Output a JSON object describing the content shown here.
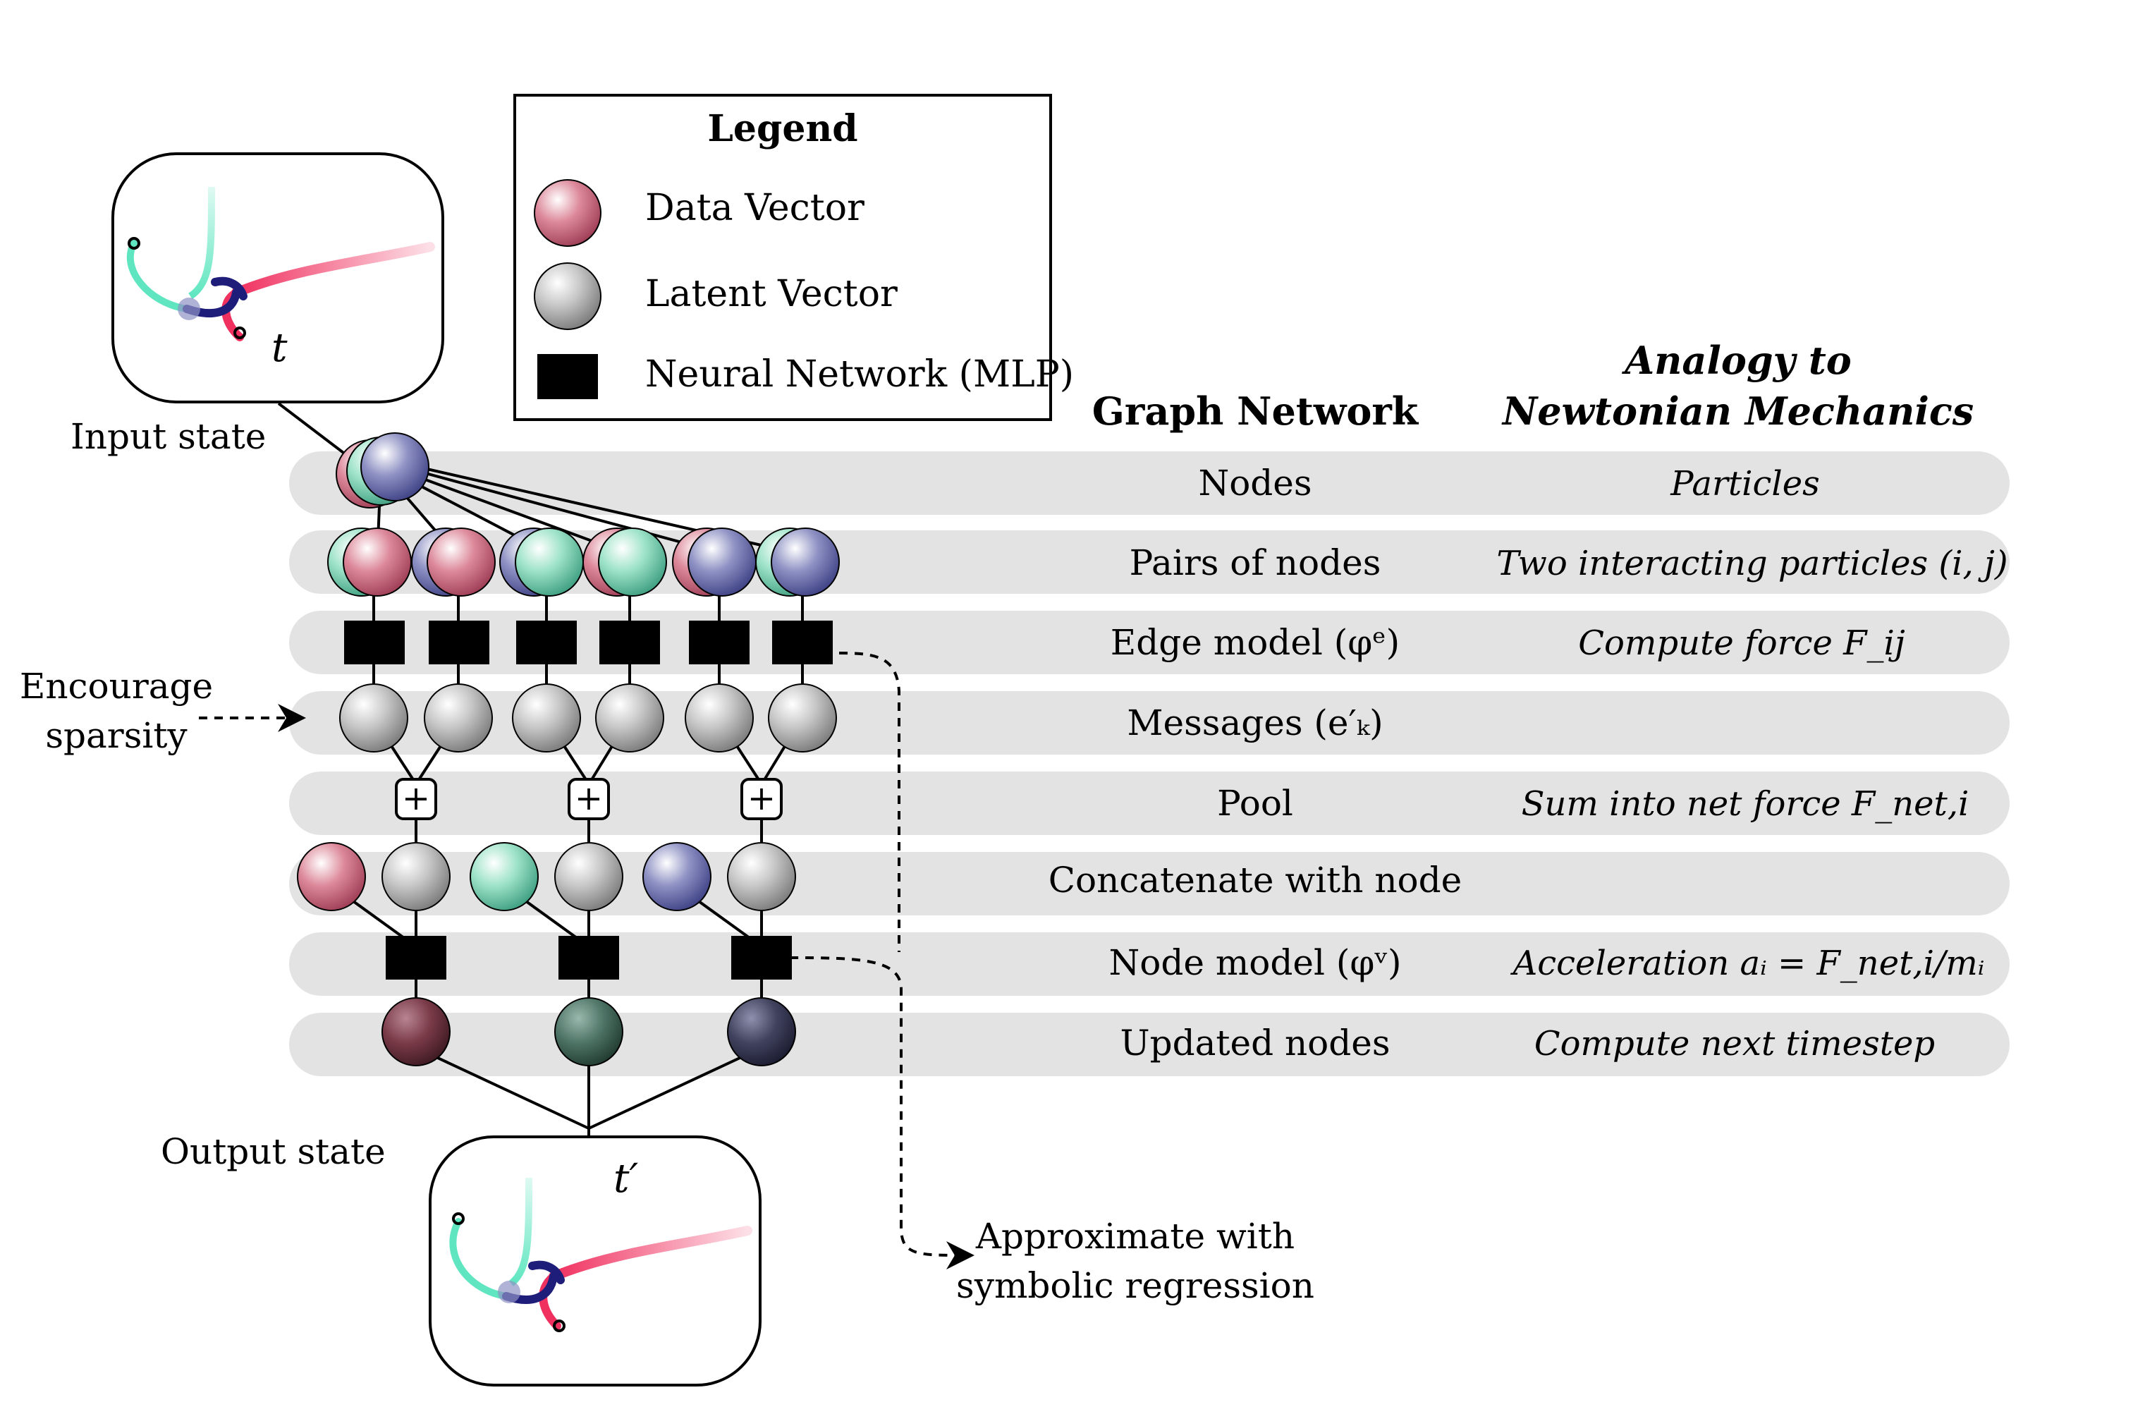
{
  "legend": {
    "title": "Legend",
    "data_vector": "Data Vector",
    "latent_vector": "Latent Vector",
    "neural_network": "Neural Network (MLP)"
  },
  "columns": {
    "graph_network": "Graph Network",
    "analogy_line1": "Analogy to",
    "analogy_line2": "Newtonian Mechanics"
  },
  "rows": [
    {
      "gn": "Nodes",
      "analogy": "Particles"
    },
    {
      "gn": "Pairs of nodes",
      "analogy": "Two interacting particles (i, j)"
    },
    {
      "gn": "Edge model (φᵉ)",
      "analogy": "Compute force F_ij"
    },
    {
      "gn": "Messages (e′ₖ)",
      "analogy": ""
    },
    {
      "gn": "Pool",
      "analogy": "Sum into net force F_net,i"
    },
    {
      "gn": "Concatenate with node",
      "analogy": ""
    },
    {
      "gn": "Node model (φᵛ)",
      "analogy": "Acceleration aᵢ = F_net,i/mᵢ"
    },
    {
      "gn": "Updated nodes",
      "analogy": "Compute next timestep"
    }
  ],
  "labels": {
    "input_state": "Input state",
    "output_state": "Output state",
    "encourage_line1": "Encourage",
    "encourage_line2": "sparsity",
    "approx_line1": "Approximate with",
    "approx_line2": "symbolic regression",
    "t_input": "t",
    "t_output": "t′",
    "pool_symbol": "+"
  },
  "colors": {
    "band": "#e3e3e3",
    "data_pink": "#d77a8e",
    "data_green": "#8fdcc0",
    "data_blue": "#7f83b8",
    "latent_gray": "#c4c4c4",
    "updated_red": "#7a3a48",
    "updated_green": "#4d7466",
    "updated_blue": "#41425e",
    "traj_green": "#5fe6c0",
    "traj_red": "#f0305f",
    "traj_navy": "#1e1e7a"
  },
  "icons": {
    "mlp": "black-square-icon",
    "pool": "plus-box-icon",
    "arrow": "arrowhead-icon"
  }
}
